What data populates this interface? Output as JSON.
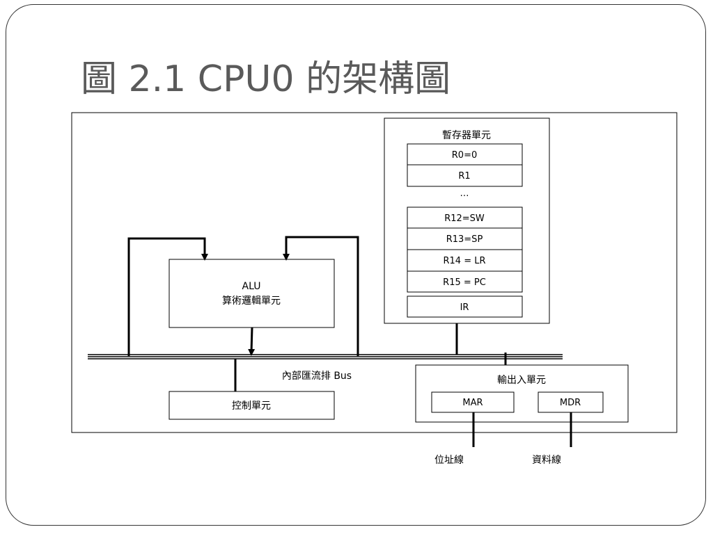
{
  "slide": {
    "title": "圖 2.1 CPU0 的架構圖"
  },
  "register_unit": {
    "title": "暫存器單元",
    "registers": [
      "R0=0",
      "R1",
      "…",
      "R12=SW",
      "R13=SP",
      "R14 = LR",
      "R15 = PC",
      "IR"
    ]
  },
  "alu": {
    "name": "ALU",
    "label": "算術邏輯單元"
  },
  "bus": {
    "label": "內部匯流排 Bus"
  },
  "control_unit": {
    "label": "控制單元"
  },
  "io_unit": {
    "title": "輸出入單元",
    "mar": "MAR",
    "mdr": "MDR"
  },
  "external_lines": {
    "address": "位址線",
    "data": "資料線"
  }
}
